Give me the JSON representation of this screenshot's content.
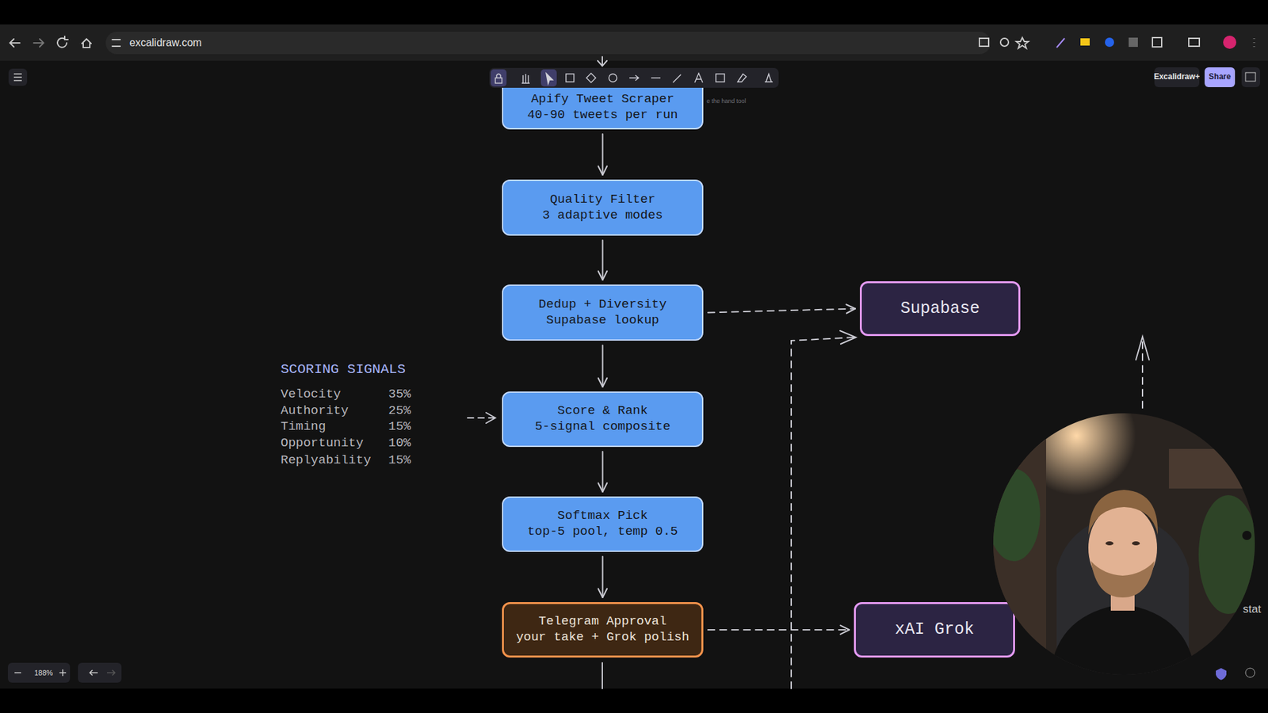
{
  "diagram": {
    "nodes": [
      {
        "text": [
          "Apify Tweet Scraper",
          "40-90 tweets per run"
        ]
      },
      {
        "text": [
          "Quality Filter",
          "3 adaptive modes"
        ]
      },
      {
        "text": [
          "Dedup + Diversity",
          "Supabase lookup"
        ]
      },
      {
        "text": [
          "Supabase"
        ]
      },
      {
        "text": [
          "Score & Rank",
          "5-signal composite"
        ]
      },
      {
        "text": [
          "Softmax Pick",
          "top-5 pool, temp 0.5"
        ]
      },
      {
        "text": [
          "Telegram Approval",
          "your take + Grok polish"
        ]
      },
      {
        "text": [
          "xAI Grok"
        ]
      }
    ],
    "edges": [
      {
        "from": 0,
        "to": 1,
        "arrow": "to"
      },
      {
        "from": 1,
        "to": 2,
        "arrow": "to"
      },
      {
        "from": 2,
        "to": 3,
        "arrow": "to"
      },
      {
        "from": 2,
        "to": 4,
        "arrow": "to"
      },
      {
        "from": 4,
        "to": 5,
        "arrow": "to"
      },
      {
        "from": 5,
        "to": 6,
        "arrow": "to"
      },
      {
        "from": 6,
        "to": 7,
        "arrow": "to"
      }
    ],
    "labels": [
      "excalidraw.com",
      "Excalidraw+",
      "Share",
      "e the hand tool",
      "SCORING SIGNALS",
      "Velocity",
      "35%",
      "Authority",
      "25%",
      "Timing",
      "15%",
      "Opportunity",
      "10%",
      "Replyability",
      "15%",
      "188%",
      "stat"
    ]
  }
}
